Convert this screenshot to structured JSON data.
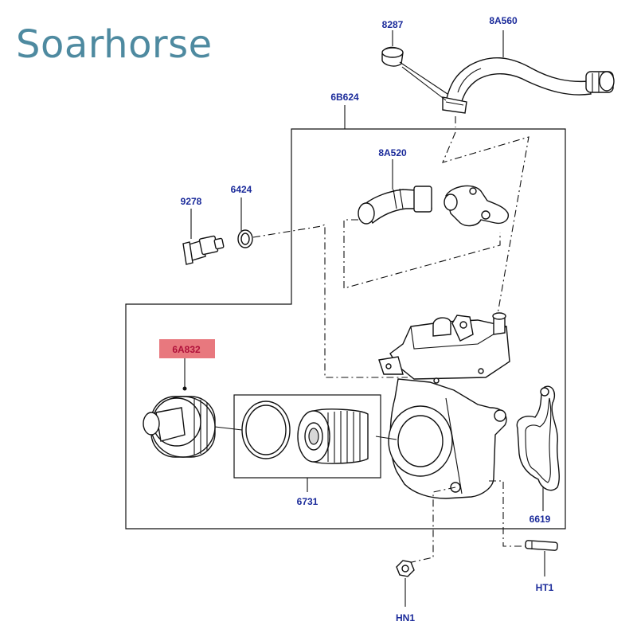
{
  "brand": {
    "text": "Soarhorse",
    "color": "#4e8aa0"
  },
  "labels": {
    "clamp": "8287",
    "hose_upper": "8A560",
    "housing": "6B624",
    "hose_inner": "8A520",
    "sensor": "9278",
    "oring_small": "6424",
    "cap": "6A832",
    "filter_kit": "6731",
    "gasket": "6619",
    "nut": "HN1",
    "stud": "HT1"
  },
  "colors": {
    "label": "#1a2a9a",
    "highlight": "#e8787e",
    "highlight_text": "#b0103a"
  }
}
